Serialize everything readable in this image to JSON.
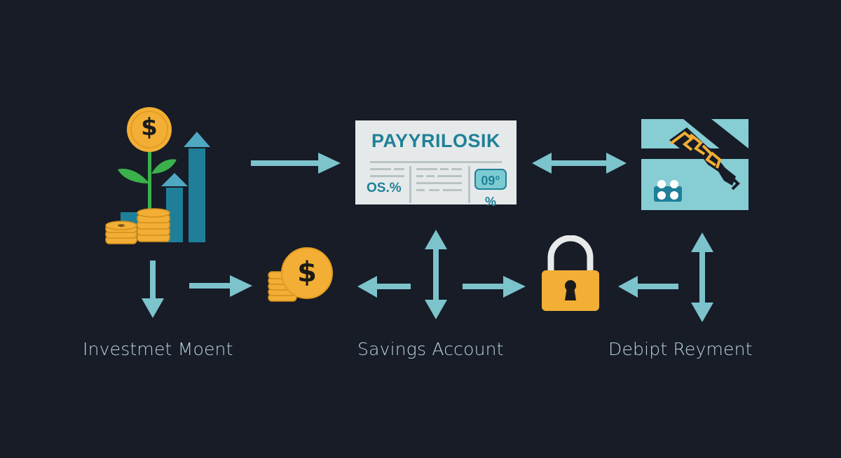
{
  "colors": {
    "background": "#171c27",
    "arrow": "#7cc3cc",
    "coin": "#f2ae35",
    "bar": "#1f7f99",
    "leaf": "#3ab14a",
    "card": "#e6e9ea",
    "card_text": "#1f8197",
    "label_text": "#b9d3da",
    "lock_shackle": "#e8eaea",
    "panel": "#86cdd4"
  },
  "nodes": {
    "investment": {
      "icon": "growth-plant-coins-chart-icon",
      "label": "Investmet Moent"
    },
    "document": {
      "icon": "payment-document-icon",
      "title": "PAYYRILOSIK",
      "left_value": "OS.%",
      "badge_value": "09°%"
    },
    "card_panel": {
      "icon": "credit-card-chip-icon"
    },
    "coins": {
      "icon": "dollar-coin-stack-icon",
      "symbol": "$"
    },
    "savings": {
      "label": "Savings Account"
    },
    "lock": {
      "icon": "padlock-icon"
    },
    "debit": {
      "label": "Debipt Reyment"
    }
  },
  "labels": {
    "investment": "Investmet Moent",
    "savings": "Savings Account",
    "debit": "Debipt Reyment"
  },
  "dollar_symbol": "$"
}
